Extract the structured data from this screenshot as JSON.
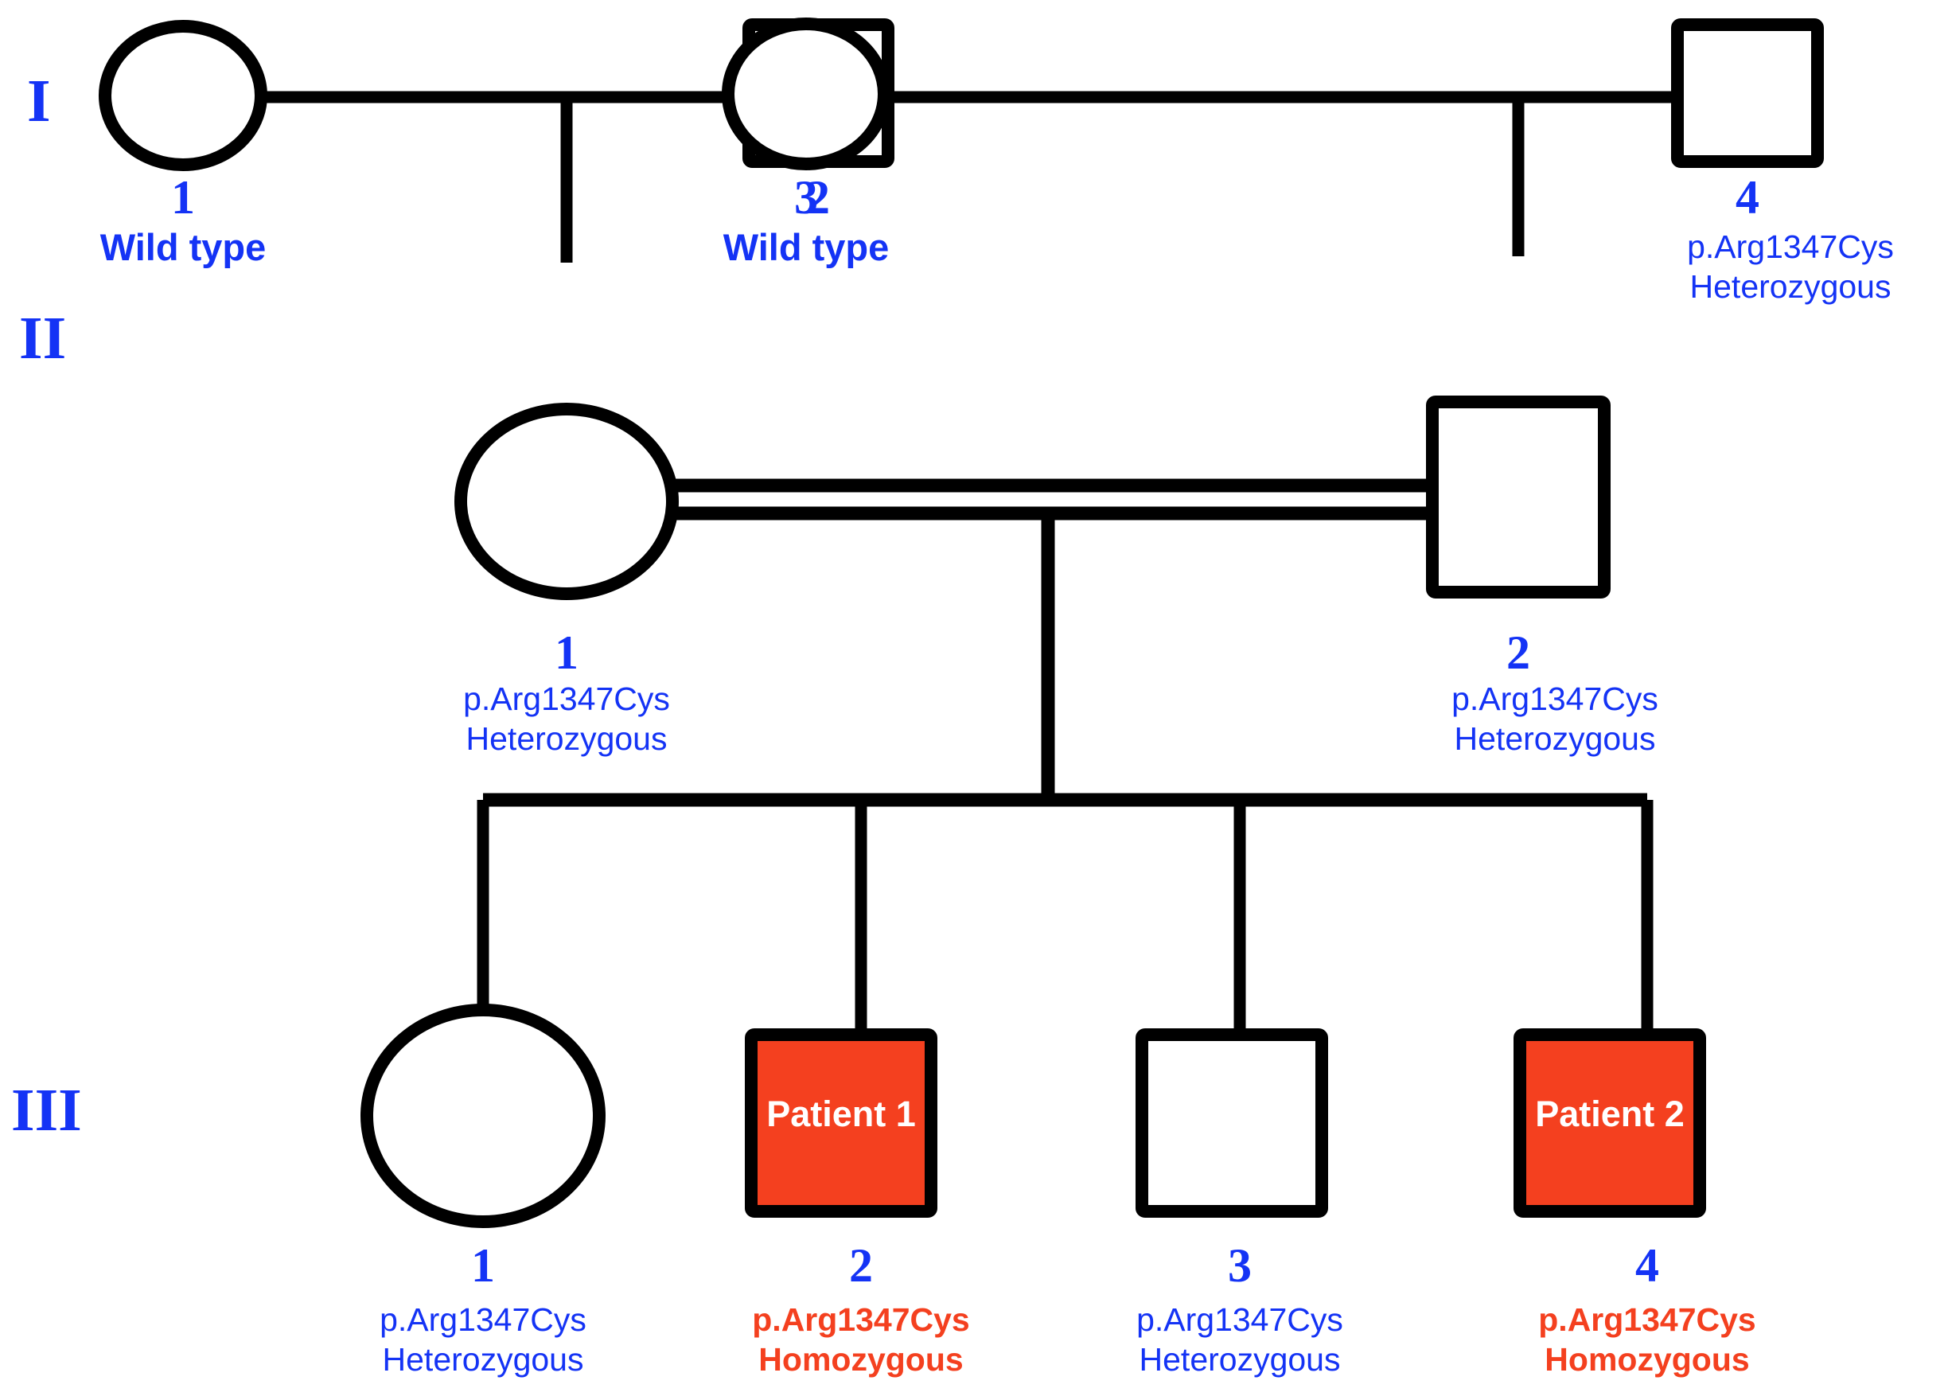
{
  "figure": {
    "kind": "pedigree-chart",
    "colors": {
      "blue": "#1433F5",
      "affected_red": "#F4401F",
      "line": "#000000",
      "background": "#FFFFFF",
      "patient_tag_text": "#FFFFFF"
    }
  },
  "generations": [
    {
      "id": "I",
      "label": "I"
    },
    {
      "id": "II",
      "label": "II"
    },
    {
      "id": "III",
      "label": "III"
    }
  ],
  "individuals": {
    "I1": {
      "number": "1",
      "sex": "female",
      "affected": false,
      "status": "Wild type",
      "geno1": "",
      "geno2": "",
      "tag": ""
    },
    "I2": {
      "number": "2",
      "sex": "male",
      "affected": false,
      "status": "",
      "geno1": "",
      "geno2": "",
      "tag": ""
    },
    "I3": {
      "number": "3",
      "sex": "female",
      "affected": false,
      "status": "Wild type",
      "geno1": "",
      "geno2": "",
      "tag": ""
    },
    "I4": {
      "number": "4",
      "sex": "male",
      "affected": false,
      "status": "",
      "geno1": "p.Arg1347Cys",
      "geno2": "Heterozygous",
      "tag": ""
    },
    "II1": {
      "number": "1",
      "sex": "female",
      "affected": false,
      "status": "",
      "geno1": "p.Arg1347Cys",
      "geno2": "Heterozygous",
      "tag": ""
    },
    "II2": {
      "number": "2",
      "sex": "male",
      "affected": false,
      "status": "",
      "geno1": "p.Arg1347Cys",
      "geno2": "Heterozygous",
      "tag": ""
    },
    "III1": {
      "number": "1",
      "sex": "female",
      "affected": false,
      "status": "",
      "geno1": "p.Arg1347Cys",
      "geno2": "Heterozygous",
      "tag": ""
    },
    "III2": {
      "number": "2",
      "sex": "male",
      "affected": true,
      "status": "",
      "geno1": "p.Arg1347Cys",
      "geno2": "Homozygous",
      "tag": "Patient 1"
    },
    "III3": {
      "number": "3",
      "sex": "male",
      "affected": false,
      "status": "",
      "geno1": "p.Arg1347Cys",
      "geno2": "Heterozygous",
      "tag": ""
    },
    "III4": {
      "number": "4",
      "sex": "male",
      "affected": true,
      "status": "",
      "geno1": "p.Arg1347Cys",
      "geno2": "Homozygous",
      "tag": "Patient 2"
    }
  },
  "relationships": {
    "mating_I1_I2": {
      "type": "single-line",
      "consanguineous": false
    },
    "mating_I3_I4": {
      "type": "single-line",
      "consanguineous": false
    },
    "mating_II1_II2": {
      "type": "double-line",
      "consanguineous": true
    }
  }
}
